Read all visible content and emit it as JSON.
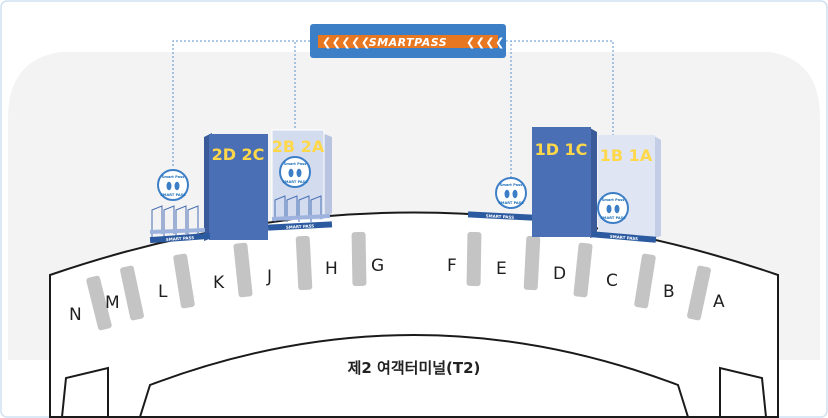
{
  "banner": {
    "text": "SMARTPASS",
    "left_arrows": "❮❮❮❮❮",
    "right_arrows": "❮❮❮❮❮"
  },
  "gates": {
    "west_main": "2D 2C",
    "west_secondary": "2B 2A",
    "east_main": "1D 1C",
    "east_secondary": "1B 1A"
  },
  "strips": {
    "west_main": "SMART PASS",
    "west_secondary": "SMART PASS",
    "east_main": "SMART PASS",
    "east_secondary": "SMART PASS"
  },
  "signs": {
    "line1": "Smart Pass",
    "line2": "SMART PASS"
  },
  "counters": [
    "N",
    "M",
    "L",
    "K",
    "J",
    "H",
    "G",
    "F",
    "E",
    "D",
    "C",
    "B",
    "A"
  ],
  "terminal_name": "제2 여객터미널(T2)",
  "colors": {
    "banner_blue": "#3d7fc7",
    "banner_orange": "#e87722",
    "gate_blue": "#4a6fb5",
    "gate_light": "#d3dcef",
    "gate_text_yellow": "#ffd84a",
    "counter_gray": "#c4c4c4",
    "dotted_line": "#5a8fd1"
  }
}
